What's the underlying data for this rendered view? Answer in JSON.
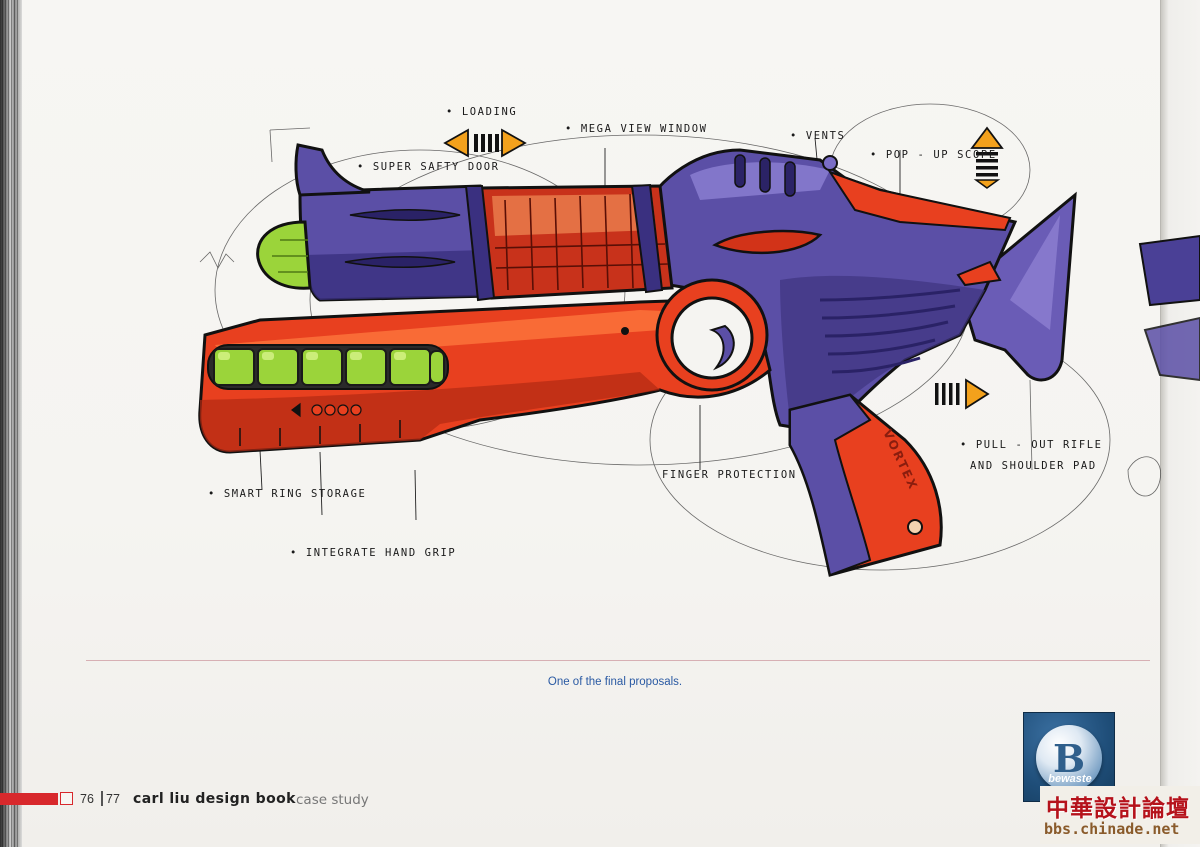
{
  "annotations": {
    "loading": "• LOADING",
    "mega_view_window": "• MEGA VIEW WINDOW",
    "vents": "• VENTS",
    "super_safty_door": "• SUPER SAFTY DOOR",
    "pop_up_scope": "• POP - UP SCOPE",
    "pull_out_rifle": "• PULL - OUT RIFLE",
    "shoulder_pad": "AND SHOULDER PAD",
    "finger_protection": "FINGER PROTECTION",
    "smart_ring_storage": "• SMART RING STORAGE",
    "integrate_hand_grip": "• INTEGRATE HAND GRIP",
    "grip_brand": "VORTEX"
  },
  "caption": "One of the final proposals.",
  "footer": {
    "page_left": "76",
    "page_right": "77",
    "book_title": "carl liu design book",
    "section": "case study"
  },
  "watermark": {
    "letter": "B",
    "word": "bewaste"
  },
  "forum": {
    "chinese": "中華設計論壇",
    "url": "bbs.chinade.net"
  },
  "colors": {
    "purple_body": "#5b4fa6",
    "red_orange_body": "#e8401f",
    "lime_accent": "#9bd43a",
    "footer_red": "#d8282c",
    "caption_blue": "#2a5aa3"
  }
}
